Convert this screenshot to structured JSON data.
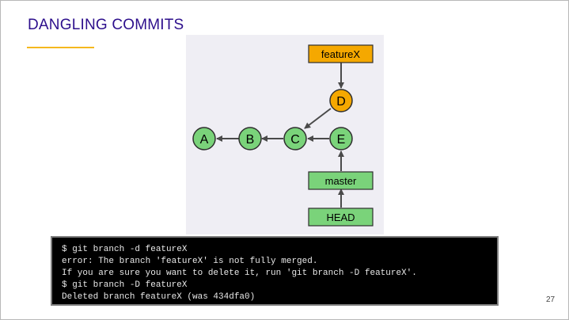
{
  "slide": {
    "title": "DANGLING COMMITS",
    "page_number": "27"
  },
  "colors": {
    "title": "#2d0f8c",
    "accent_line": "#f5b81e",
    "commit_green": "#7ad37a",
    "commit_orange": "#f5a800",
    "branch_box_green": "#7ad37a",
    "branch_box_orange": "#f5a800",
    "arrow": "#4a4a4a"
  },
  "diagram": {
    "commits": [
      {
        "id": "A"
      },
      {
        "id": "B"
      },
      {
        "id": "C"
      },
      {
        "id": "D"
      },
      {
        "id": "E"
      }
    ],
    "branches": [
      {
        "id": "featureX",
        "label": "featureX"
      },
      {
        "id": "master",
        "label": "master"
      },
      {
        "id": "HEAD",
        "label": "HEAD"
      }
    ]
  },
  "terminal": {
    "lines": [
      "$ git branch -d featureX",
      "error: The branch 'featureX' is not fully merged.",
      "If you are sure you want to delete it, run 'git branch -D featureX'.",
      "$ git branch -D featureX",
      "Deleted branch featureX (was 434dfa0)"
    ]
  }
}
